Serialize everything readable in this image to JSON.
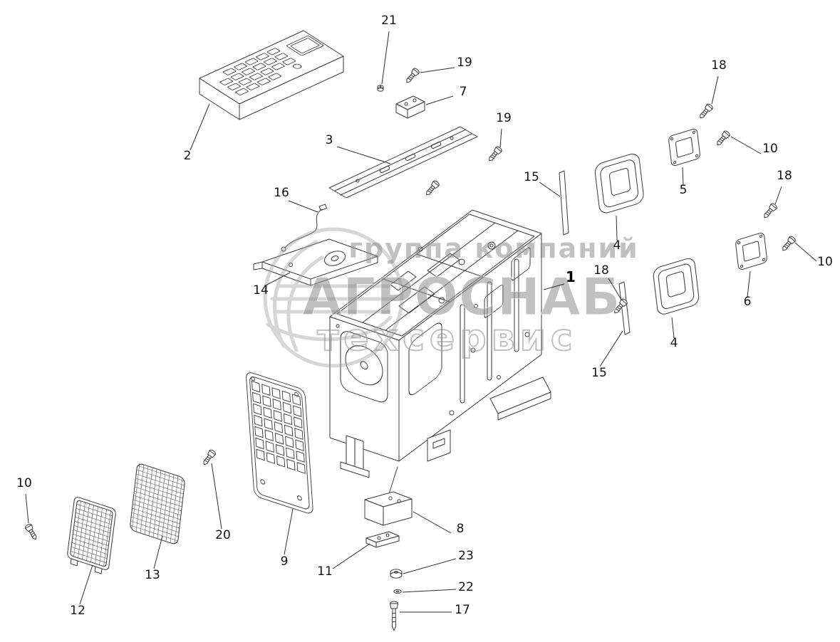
{
  "colors": {
    "background": "#ffffff",
    "line": "#3a3a3a",
    "label": "#111111",
    "watermark": "#8f8f8f"
  },
  "watermark": {
    "line1": "группа компаний",
    "line2": "АГРОСНАБ",
    "line3": "техсервис"
  },
  "callouts": [
    {
      "label": "21"
    },
    {
      "label": "19"
    },
    {
      "label": "7"
    },
    {
      "label": "2"
    },
    {
      "label": "3"
    },
    {
      "label": "19"
    },
    {
      "label": "16"
    },
    {
      "label": "14"
    },
    {
      "label": "18"
    },
    {
      "label": "10"
    },
    {
      "label": "5"
    },
    {
      "label": "15"
    },
    {
      "label": "4"
    },
    {
      "label": "18"
    },
    {
      "label": "10"
    },
    {
      "label": "6"
    },
    {
      "label": "4"
    },
    {
      "label": "18"
    },
    {
      "label": "1"
    },
    {
      "label": "15"
    },
    {
      "label": "9"
    },
    {
      "label": "20"
    },
    {
      "label": "13"
    },
    {
      "label": "12"
    },
    {
      "label": "10"
    },
    {
      "label": "8"
    },
    {
      "label": "11"
    },
    {
      "label": "23"
    },
    {
      "label": "22"
    },
    {
      "label": "17"
    }
  ]
}
